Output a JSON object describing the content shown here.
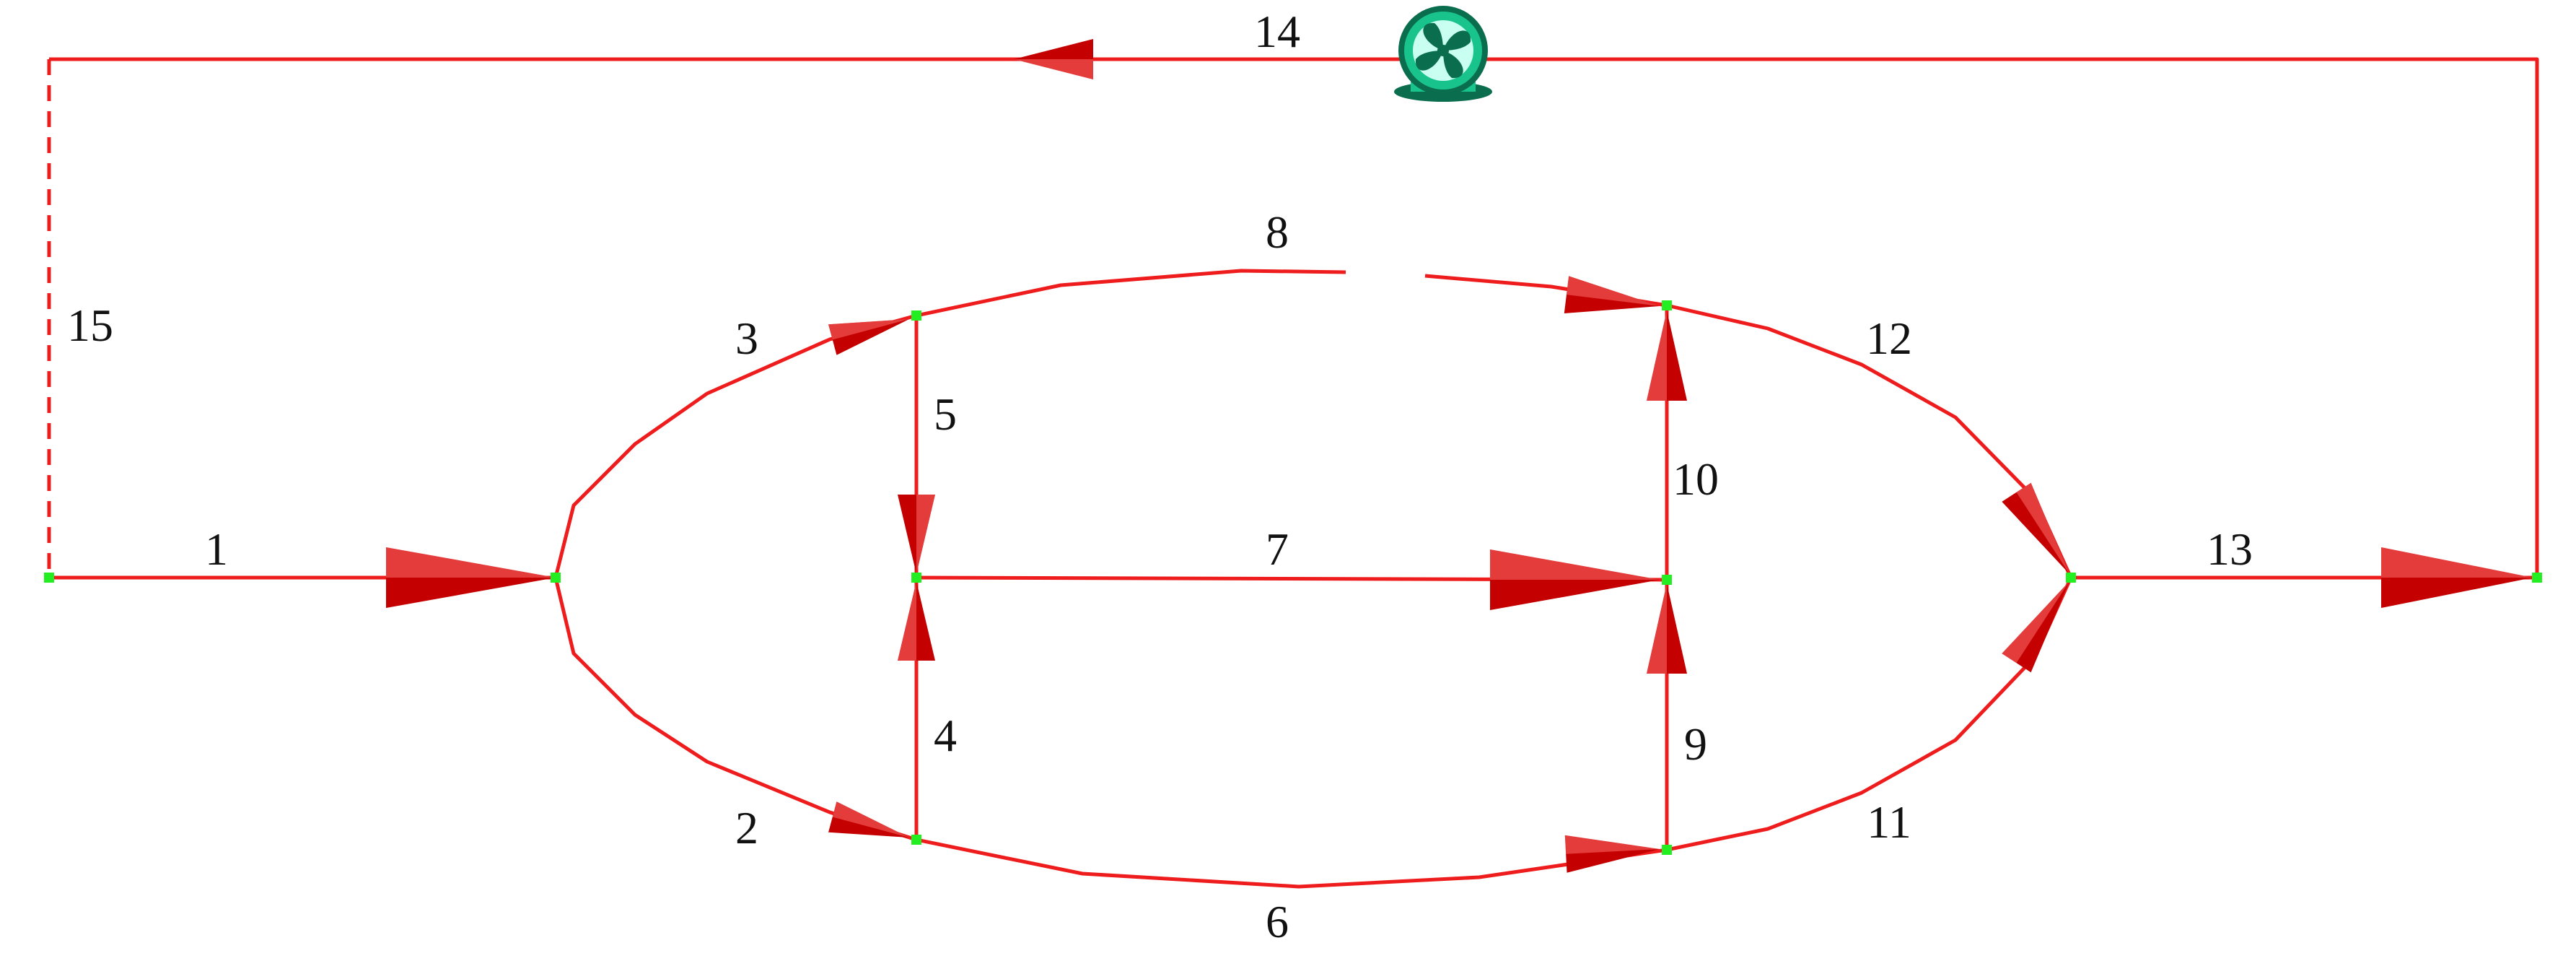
{
  "colors": {
    "background": "#ffffff",
    "branch": "#ee1c1c",
    "arrow": "#c40000",
    "arrow_highlight": "#ff6b6b",
    "node": "#22ee22",
    "label": "#111111",
    "fan_body": "#19c48c",
    "fan_dark": "#0a6e4e"
  },
  "icons": {
    "fan": "fan-icon"
  },
  "branches": [
    {
      "id": "1",
      "label": "1"
    },
    {
      "id": "2",
      "label": "2"
    },
    {
      "id": "3",
      "label": "3"
    },
    {
      "id": "4",
      "label": "4"
    },
    {
      "id": "5",
      "label": "5"
    },
    {
      "id": "6",
      "label": "6"
    },
    {
      "id": "7",
      "label": "7"
    },
    {
      "id": "8",
      "label": "8"
    },
    {
      "id": "9",
      "label": "9"
    },
    {
      "id": "10",
      "label": "10"
    },
    {
      "id": "11",
      "label": "11"
    },
    {
      "id": "12",
      "label": "12"
    },
    {
      "id": "13",
      "label": "13"
    },
    {
      "id": "14",
      "label": "14"
    },
    {
      "id": "15",
      "label": "15"
    }
  ]
}
